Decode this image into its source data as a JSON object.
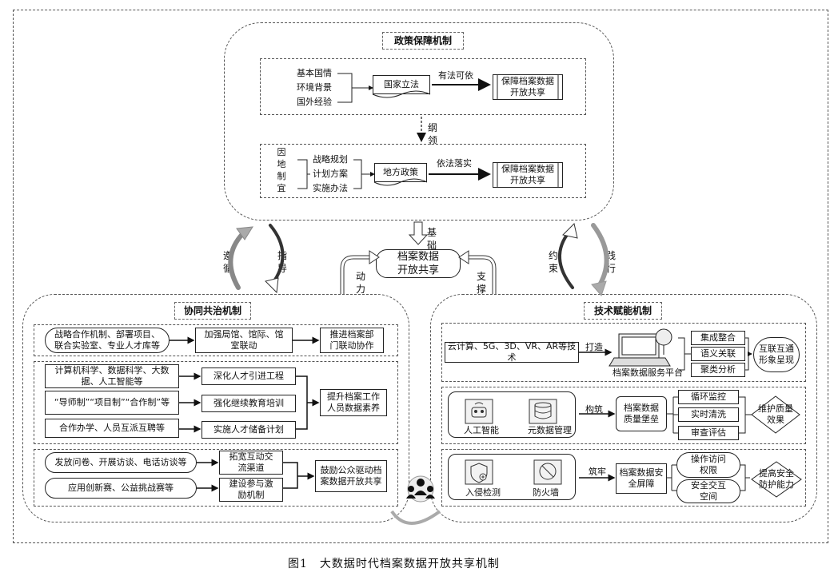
{
  "policy": {
    "title": "政策保障机制",
    "national": {
      "inputs": [
        "基本国情",
        "环境背景",
        "国外经验"
      ],
      "law": "国家立法",
      "arrow_label": "有法可依",
      "goal": "保障档案数据开放共享"
    },
    "link_label": "纲领",
    "local": {
      "left_label": "因地制宜",
      "inputs": [
        "战略规划",
        "计划方案",
        "实施办法"
      ],
      "policy": "地方政策",
      "arrow_label": "依法落实",
      "goal": "保障档案数据开放共享"
    }
  },
  "center": {
    "label": "档案数据开放共享",
    "top_label": "基础",
    "left_label": "动力",
    "right_label": "支撑"
  },
  "cycles": {
    "left_out": "遵循",
    "left_in": "指导",
    "right_out": "约束",
    "right_in": "践行"
  },
  "collab": {
    "title": "协同共治机制",
    "row1": {
      "source": "战略合作机制、部署项目、联合实验室、专业人才库等",
      "mid": "加强局馆、馆际、馆室联动",
      "result": "推进档案部门联动协作"
    },
    "row2": {
      "sources": [
        "计算机科学、数据科学、大数据、人工智能等",
        "“导师制”“项目制”“合作制”等",
        "合作办学、人员互派互聘等"
      ],
      "mids": [
        "深化人才引进工程",
        "强化继续教育培训",
        "实施人才储备计划"
      ],
      "result": "提升档案工作人员数据素养"
    },
    "row3": {
      "sources": [
        "发放问卷、开展访谈、电话访谈等",
        "应用创新赛、公益挑战赛等"
      ],
      "mids": [
        "拓宽互动交流渠道",
        "建设参与激励机制"
      ],
      "result": "鼓励公众驱动档案数据开放共享"
    }
  },
  "tech": {
    "title": "技术赋能机制",
    "row1": {
      "source": "云计算、5G、3D、VR、AR等技术",
      "verb": "打造",
      "platform": "档案数据服务平台",
      "items": [
        "集成整合",
        "语义关联",
        "聚类分析"
      ],
      "result": "互联互通形象呈现"
    },
    "row2": {
      "icons": [
        "人工智能",
        "元数据管理"
      ],
      "verb": "构筑",
      "core": "档案数据质量堡垒",
      "items": [
        "循环监控",
        "实时清洗",
        "审查评估"
      ],
      "result": "维护质量效果"
    },
    "row3": {
      "icons": [
        "入侵检测",
        "防火墙"
      ],
      "verb": "筑牢",
      "core": "档案数据安全屏障",
      "items": [
        "操作访问权限",
        "安全交互空间"
      ],
      "result": "提高安全防护能力"
    }
  },
  "caption": "图1　大数据时代档案数据开放共享机制"
}
